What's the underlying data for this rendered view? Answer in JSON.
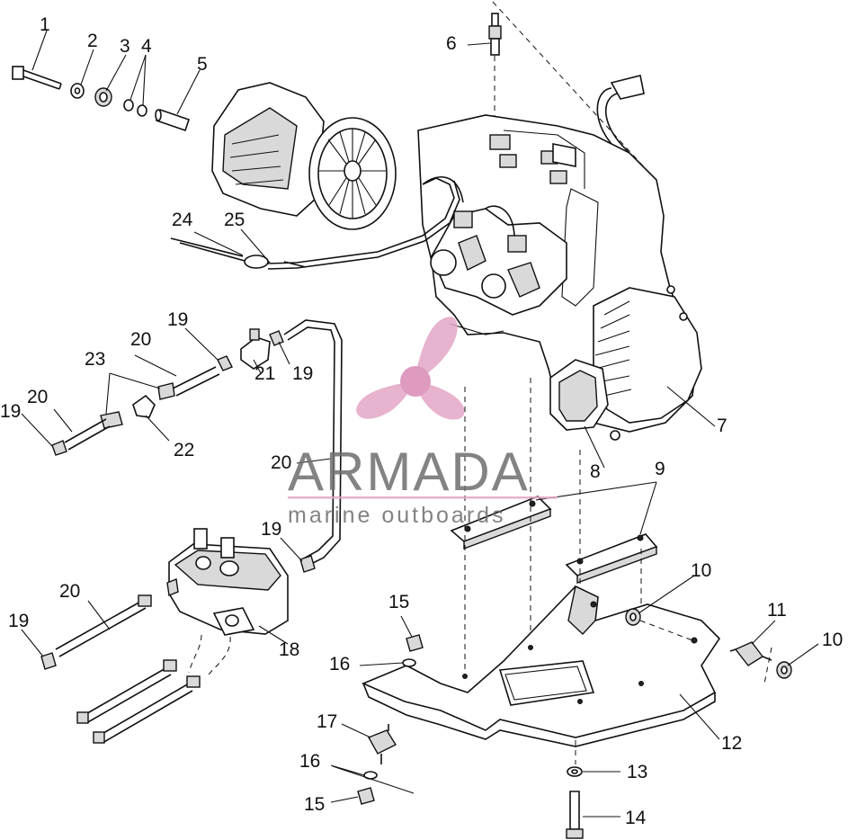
{
  "callouts": [
    {
      "label": "1"
    },
    {
      "label": "2"
    },
    {
      "label": "3"
    },
    {
      "label": "4"
    },
    {
      "label": "5"
    },
    {
      "label": "6"
    },
    {
      "label": "7"
    },
    {
      "label": "8"
    },
    {
      "label": "9"
    },
    {
      "label": "10"
    },
    {
      "label": "10"
    },
    {
      "label": "11"
    },
    {
      "label": "12"
    },
    {
      "label": "13"
    },
    {
      "label": "14"
    },
    {
      "label": "15"
    },
    {
      "label": "15"
    },
    {
      "label": "16"
    },
    {
      "label": "16"
    },
    {
      "label": "17"
    },
    {
      "label": "18"
    },
    {
      "label": "19"
    },
    {
      "label": "19"
    },
    {
      "label": "19"
    },
    {
      "label": "19"
    },
    {
      "label": "19"
    },
    {
      "label": "20"
    },
    {
      "label": "20"
    },
    {
      "label": "20"
    },
    {
      "label": "20"
    },
    {
      "label": "21"
    },
    {
      "label": "22"
    },
    {
      "label": "23"
    },
    {
      "label": "24"
    },
    {
      "label": "25"
    }
  ],
  "watermark": {
    "brand": "ARMADA",
    "tagline": "marine outboards",
    "logo_icon": "propeller-logo-icon",
    "color_pink": "#e3a6c6",
    "color_gray": "#6e6e6e"
  }
}
